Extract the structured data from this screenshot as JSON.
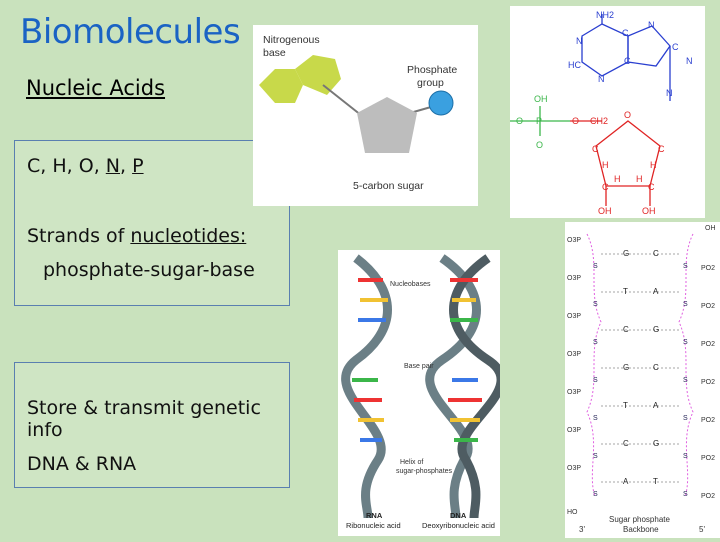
{
  "slide": {
    "title": "Biomolecules",
    "subtitle": "Nucleic Acids",
    "elements": {
      "c": "C,",
      "h": "H,",
      "o": "O,",
      "n": "N",
      "comma": ",",
      "p": "P"
    },
    "strands_lead": "Strands of",
    "strands_term": "nucleotides:",
    "strands_detail": "phosphate-sugar-base",
    "function_line1": "Store & transmit genetic",
    "function_line2": "info",
    "function_line3": "DNA & RNA"
  },
  "nucleotide_diagram": {
    "base_label_1": "Nitrogenous",
    "base_label_2": "base",
    "phosphate_label_1": "Phosphate",
    "phosphate_label_2": "group",
    "sugar_label": "5-carbon sugar"
  },
  "structure_diagram": {
    "nh2": "NH2",
    "n_a": "N",
    "n_b": "N",
    "n_c": "N",
    "n_d": "N",
    "n_e": "N",
    "hc": "HC",
    "c_a": "C",
    "c_b": "C",
    "c_c": "C",
    "oh_top": "OH",
    "p": "P",
    "o_left": "O",
    "o_bottom": "O",
    "o_link": "O",
    "ch2": "CH2",
    "o_ring": "O",
    "c_r1": "C",
    "c_r2": "C",
    "c_r3": "C",
    "c_r4": "C",
    "h1": "H",
    "h2": "H",
    "h3": "H",
    "h4": "H",
    "oh1": "OH",
    "oh2": "OH"
  },
  "helix_diagram": {
    "nucleobases": "Nucleobases",
    "base_pair": "Base pair",
    "backbone_1": "Helix of",
    "backbone_2": "sugar-phosphates",
    "rna": "RNA",
    "rna_full": "Ribonucleic acid",
    "dna": "DNA",
    "dna_full": "Deoxyribonucleic acid"
  },
  "ladder_diagram": {
    "oh": "OH",
    "o3p": "O3P",
    "po2": "PO2",
    "ho": "HO",
    "s": "S",
    "pairs": [
      [
        "G",
        "C"
      ],
      [
        "T",
        "A"
      ],
      [
        "C",
        "G"
      ],
      [
        "G",
        "C"
      ],
      [
        "T",
        "A"
      ],
      [
        "C",
        "G"
      ],
      [
        "A",
        "T"
      ]
    ],
    "caption_1": "Sugar phosphate",
    "caption_2": "Backbone",
    "end_3": "3'",
    "end_5": "5'"
  },
  "colors": {
    "background": "#c9e2bd",
    "title": "#1a63c4",
    "box_border": "#5a7fb0",
    "base_green": "#c8d94a",
    "sugar_gray": "#bdbdbd",
    "phosphate_blue": "#3aa0e0"
  }
}
